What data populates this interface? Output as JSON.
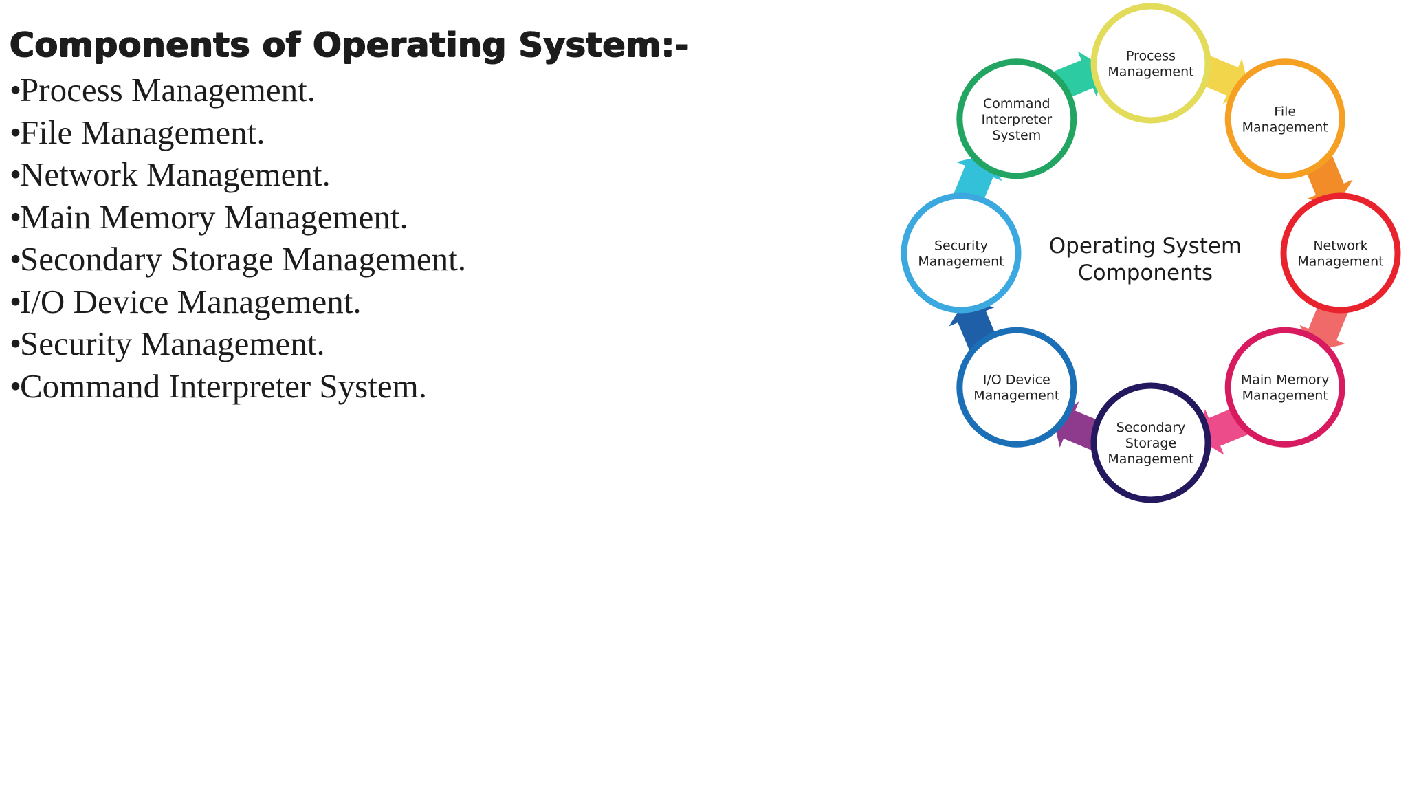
{
  "slide": {
    "title": "Components of Operating System:-",
    "bullet_marker": "•",
    "items": [
      "Process Management.",
      "File Management.",
      "Network Management.",
      "Main Memory Management.",
      "Secondary Storage Management.",
      "I/O Device Management.",
      "Security Management.",
      "Command Interpreter System."
    ]
  },
  "diagram": {
    "center_lines": [
      "Operating System",
      "Components"
    ],
    "nodes": [
      {
        "key": "process",
        "lines": [
          "Process",
          "Management"
        ],
        "color": "#E2DC5A",
        "icon": "ring-node"
      },
      {
        "key": "file",
        "lines": [
          "File",
          "Management"
        ],
        "color": "#F5A023",
        "icon": "ring-node"
      },
      {
        "key": "network",
        "lines": [
          "Network",
          "Management"
        ],
        "color": "#E8232E",
        "icon": "ring-node"
      },
      {
        "key": "main-memory",
        "lines": [
          "Main Memory",
          "Management"
        ],
        "color": "#D81B60",
        "icon": "ring-node"
      },
      {
        "key": "secondary-storage",
        "lines": [
          "Secondary",
          "Storage",
          "Management"
        ],
        "color": "#24195E",
        "icon": "ring-node"
      },
      {
        "key": "io-device",
        "lines": [
          "I/O Device",
          "Management"
        ],
        "color": "#1A6FB6",
        "icon": "ring-node"
      },
      {
        "key": "security",
        "lines": [
          "Security",
          "Management"
        ],
        "color": "#3BA9DF",
        "icon": "ring-node"
      },
      {
        "key": "command-interpreter",
        "lines": [
          "Command",
          "Interpreter",
          "System"
        ],
        "color": "#22A562",
        "icon": "ring-node"
      }
    ],
    "arrow_colors": [
      "#F2D54A",
      "#F28C28",
      "#F06A6A",
      "#EC4D8A",
      "#8E3B8E",
      "#1E5FA8",
      "#33C1D9",
      "#2DCBA2"
    ]
  }
}
